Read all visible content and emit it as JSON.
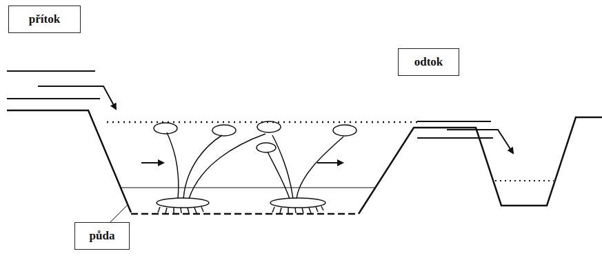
{
  "diagram": {
    "nodes": [
      {
        "text": [
          "přítok"
        ]
      },
      {
        "text": [
          "odtok"
        ]
      },
      {
        "text": [
          "půda"
        ]
      }
    ]
  }
}
